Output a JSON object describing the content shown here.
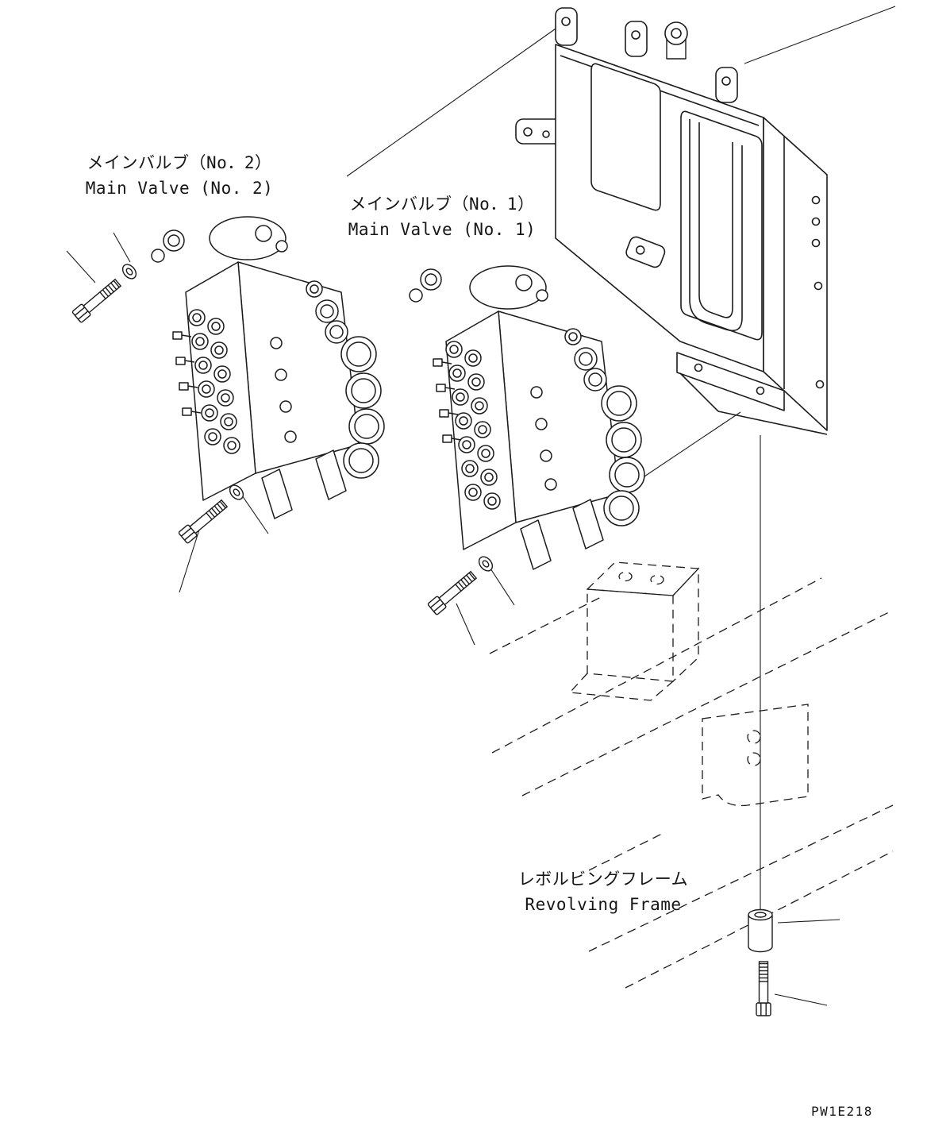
{
  "page": {
    "background": "#ffffff",
    "ink": "#1c1c1c",
    "type": "parts-diagram"
  },
  "labels": {
    "main_valve_2_jp": "メインバルブ（No．2）",
    "main_valve_2_en": "Main Valve (No. 2)",
    "main_valve_1_jp": "メインバルブ（No．1）",
    "main_valve_1_en": "Main Valve (No. 1)",
    "revolving_frame_jp": "レボルビングフレーム",
    "revolving_frame_en": "Revolving Frame",
    "drawing_code": "PW1E218"
  }
}
